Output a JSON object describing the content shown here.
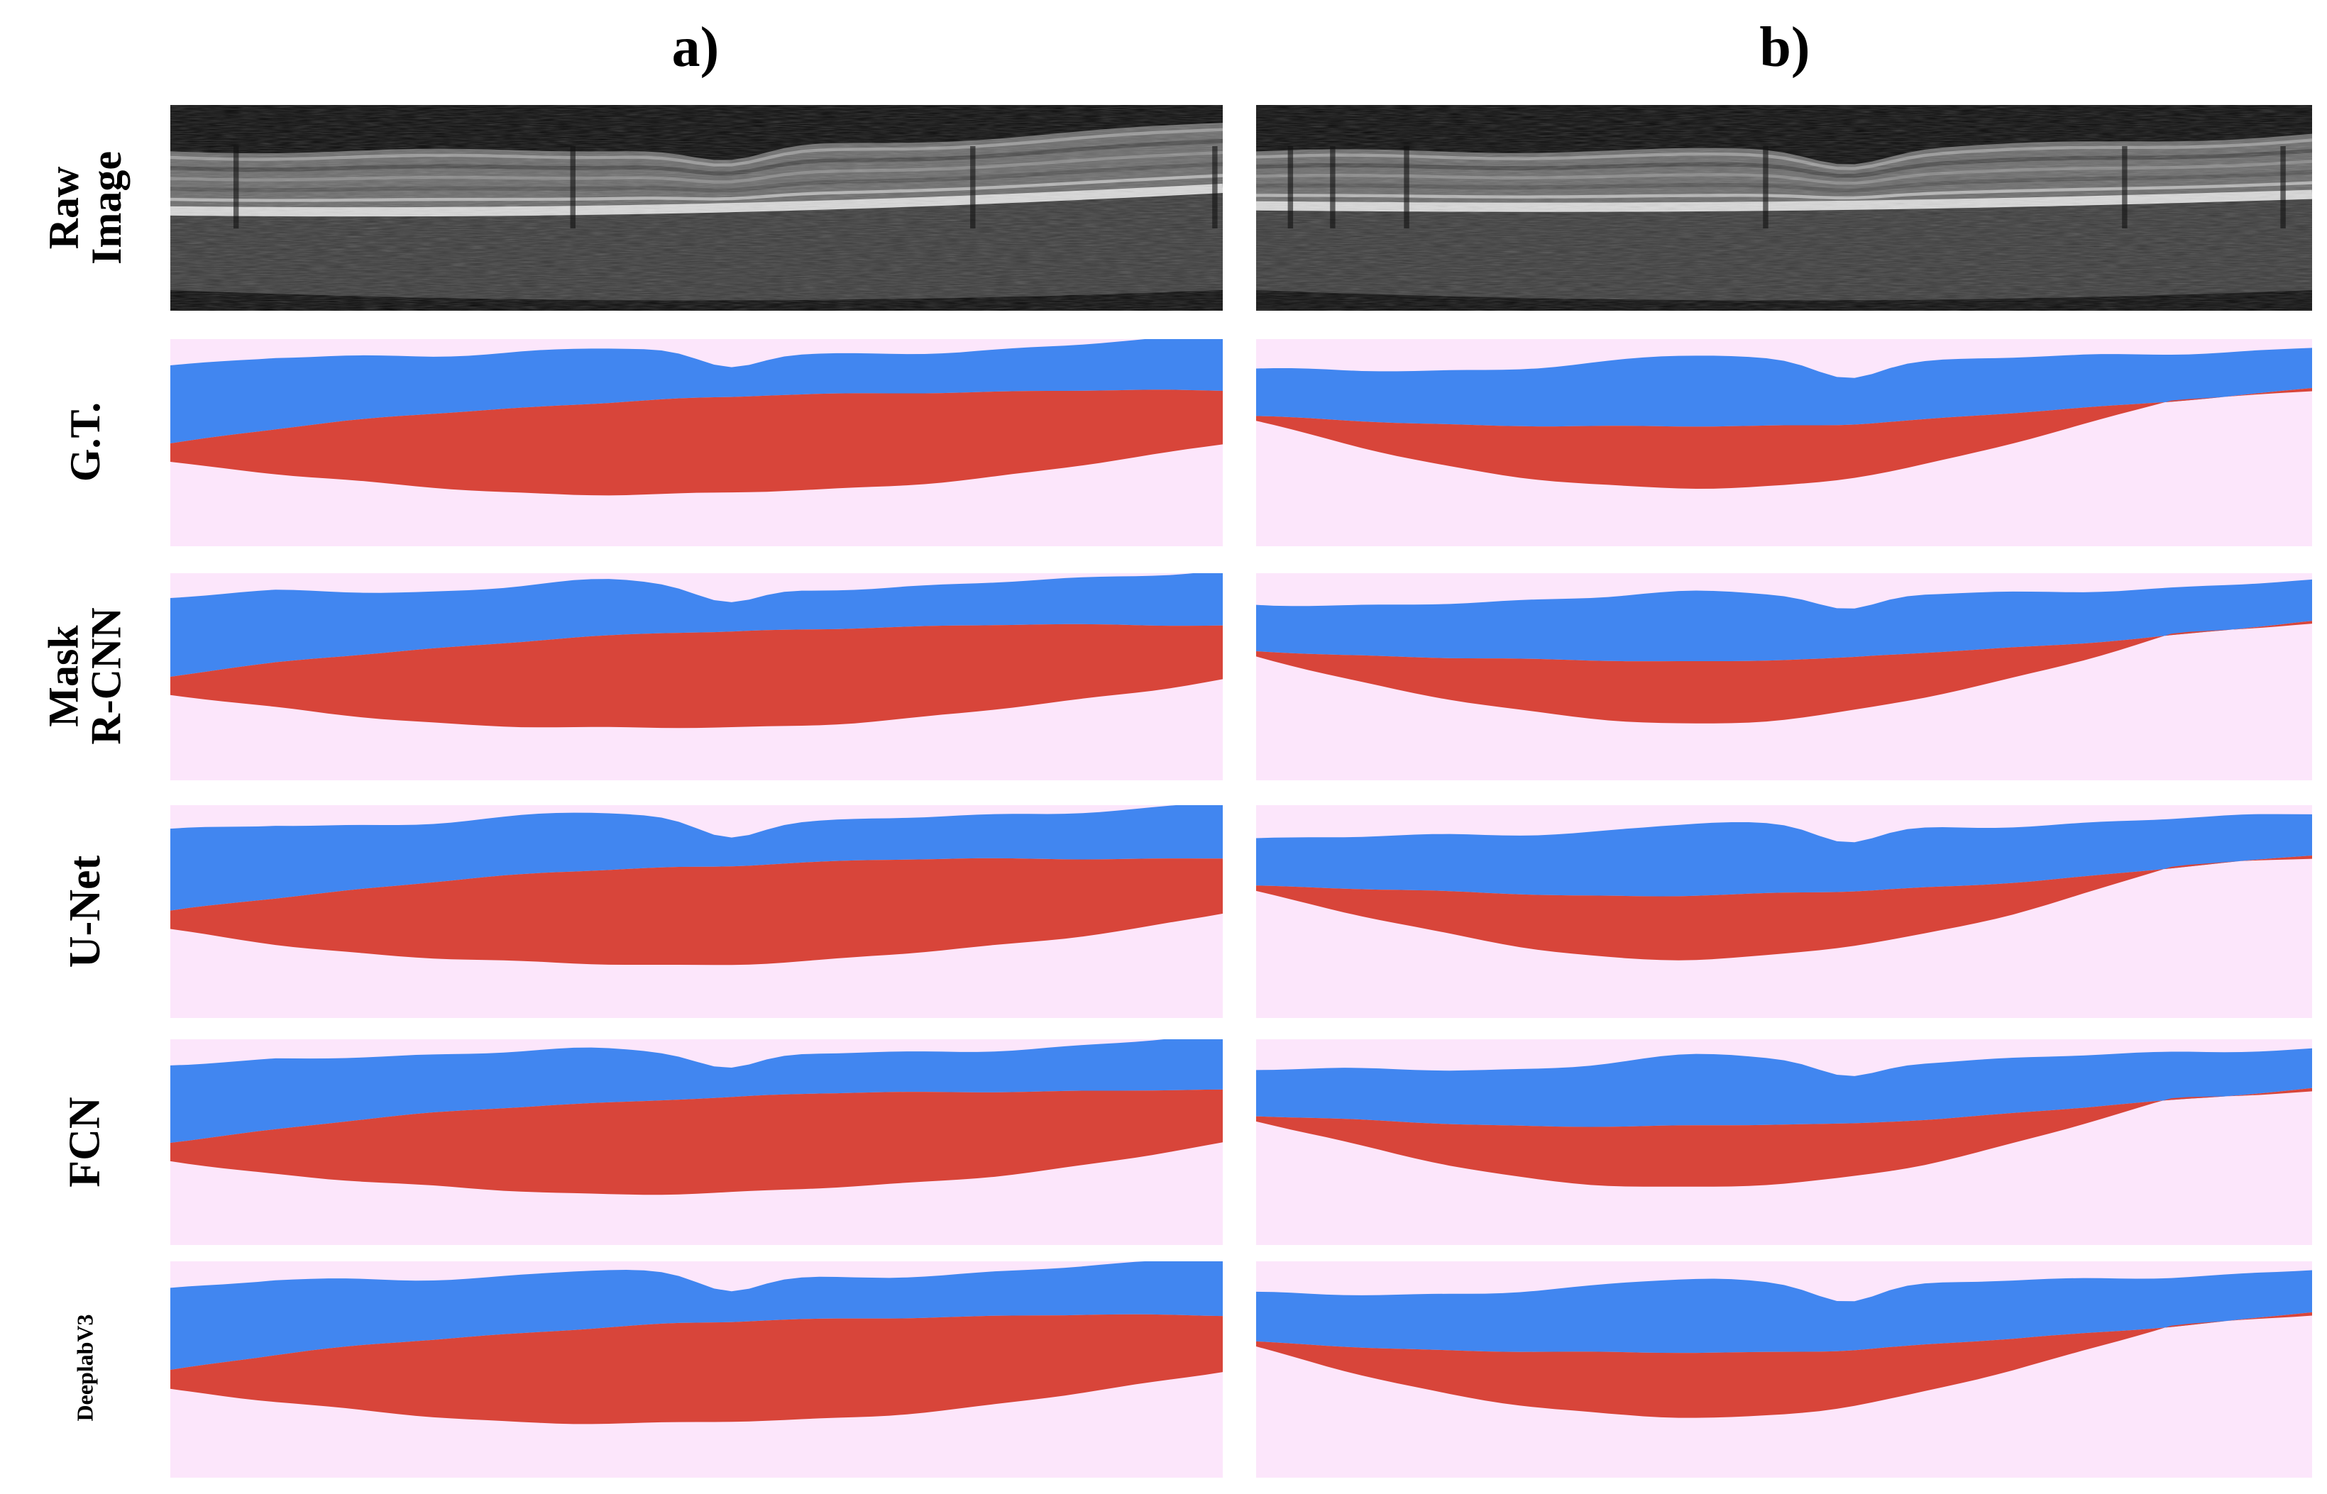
{
  "columns": [
    {
      "label": "a)"
    },
    {
      "label": "b)"
    }
  ],
  "rows": [
    {
      "label_lines": [
        "Raw",
        "Image"
      ],
      "kind": "raw"
    },
    {
      "label_lines": [
        "G.T."
      ],
      "kind": "seg"
    },
    {
      "label_lines": [
        "Mask",
        "R-CNN"
      ],
      "kind": "seg"
    },
    {
      "label_lines": [
        "U-Net"
      ],
      "kind": "seg"
    },
    {
      "label_lines": [
        "FCN"
      ],
      "kind": "seg"
    },
    {
      "label_lines": [
        "DeeplabV3"
      ],
      "kind": "seg"
    }
  ],
  "colors": {
    "background_class": "#fce6fb",
    "layer_upper": "#4186f0",
    "layer_lower": "#d8453a",
    "raw_dark": "#0a0a0a",
    "raw_bright": "#d9d9d9"
  }
}
